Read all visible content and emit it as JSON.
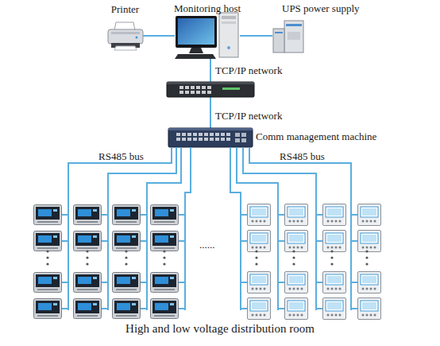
{
  "diagram": {
    "caption": "High and low voltage distribution room",
    "nodes": [
      {
        "text": [
          "Printer"
        ]
      },
      {
        "text": [
          "Monitoring host"
        ]
      },
      {
        "text": [
          "UPS power supply"
        ]
      },
      {
        "text": [
          "Comm management machine"
        ]
      }
    ],
    "edges": [
      {
        "from": 0,
        "to": 1,
        "arrow": "none"
      },
      {
        "from": 1,
        "to": 2,
        "arrow": "none"
      }
    ],
    "labels": [
      "TCP/IP network",
      "TCP/IP network",
      "RS485 bus",
      "RS485 bus",
      "......"
    ]
  }
}
